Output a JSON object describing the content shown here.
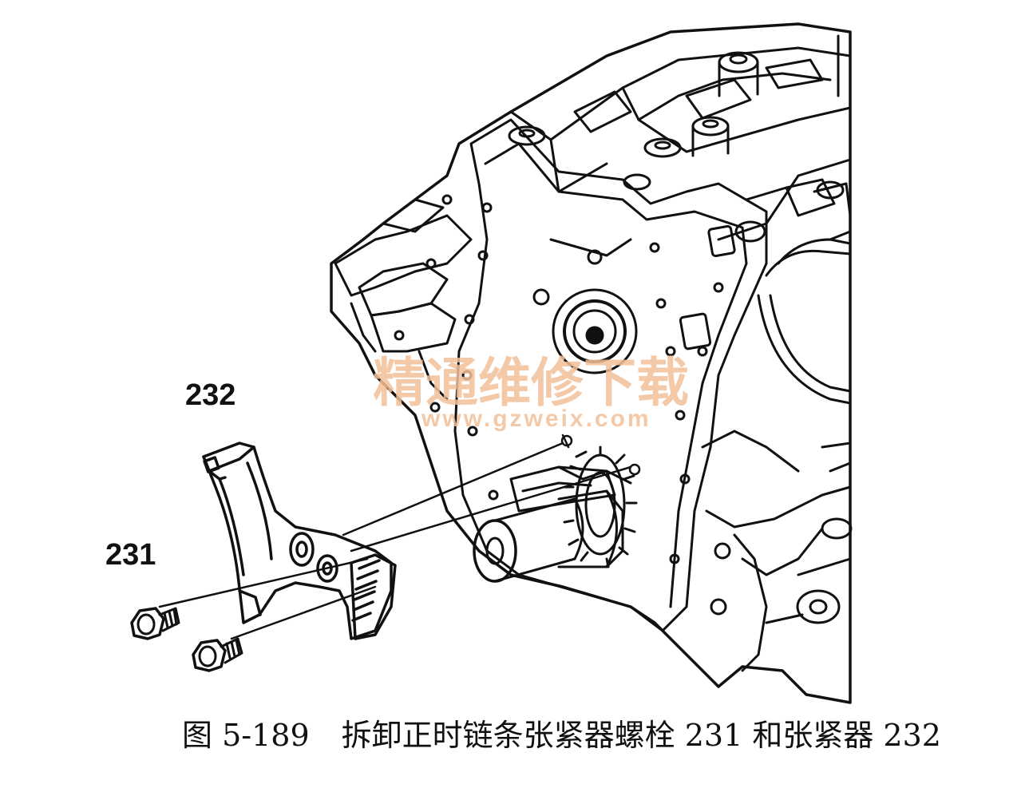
{
  "callouts": {
    "tensioner": "232",
    "bolt": "231"
  },
  "watermark": {
    "text": "精通维修下载",
    "url": "www.gzweix.com"
  },
  "caption": {
    "figure_number": "图 5-189",
    "text": "拆卸正时链条张紧器螺栓 231 和张紧器 232"
  },
  "colors": {
    "line": "#111111",
    "watermark": "#f2c09a"
  }
}
